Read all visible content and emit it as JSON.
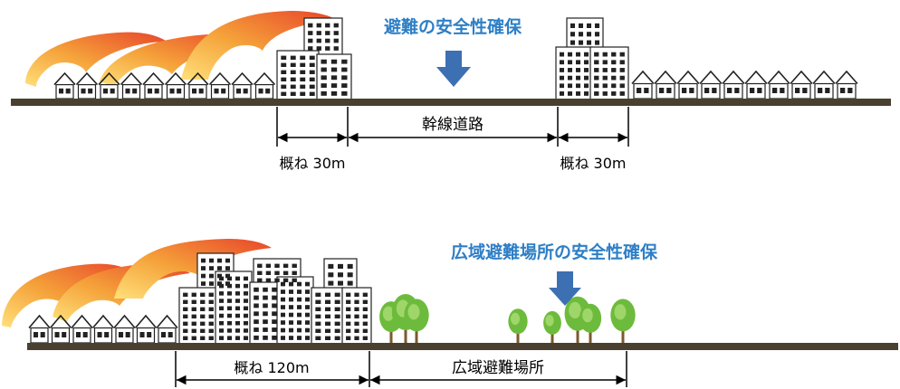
{
  "panel_top": {
    "callout": "避難の安全性確保",
    "road_label": "幹線道路",
    "left_width_label": "概ね 30m",
    "right_width_label": "概ね 30m"
  },
  "panel_bottom": {
    "callout": "広域避難場所の安全性確保",
    "width_label": "概ね 120m",
    "area_label": "広域避難場所"
  },
  "colors": {
    "callout_text": "#2e7fc6",
    "arrow": "#3d6fb3",
    "ground": "#4a4030",
    "fire_outer": "#e8452a",
    "fire_mid": "#f5a23a",
    "fire_inner": "#ffe07a",
    "tree": "#6dbb3c"
  }
}
